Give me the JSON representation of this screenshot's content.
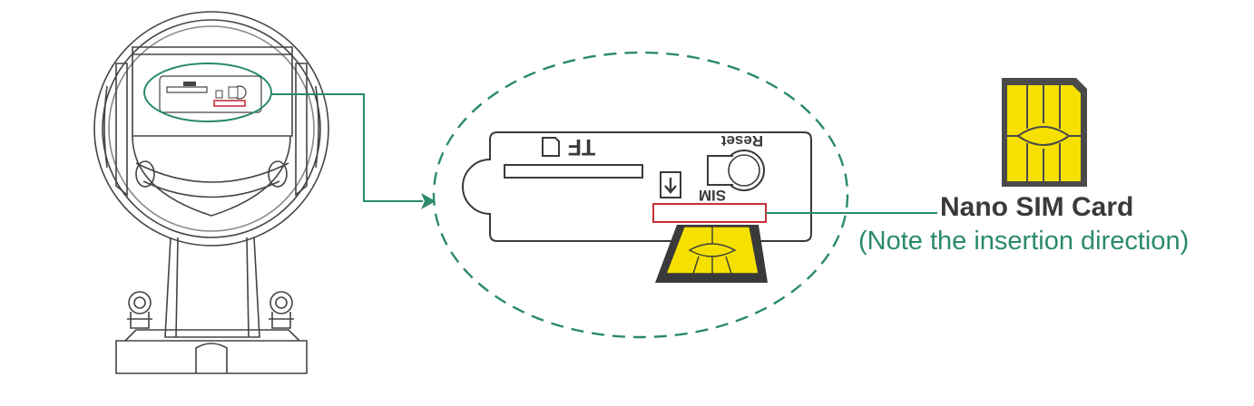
{
  "slot_panel": {
    "tf_label": "TF",
    "reset_label": "Reset",
    "sim_label": "SIM"
  },
  "sim_card": {
    "title": "Nano SIM Card",
    "note": "(Note the insertion direction)"
  },
  "colors": {
    "callout": "#2a8a6a",
    "highlight": "#c8303a",
    "chip": "#f6e000",
    "outline": "#3a3a3a",
    "card_body": "#4a4a4a"
  }
}
